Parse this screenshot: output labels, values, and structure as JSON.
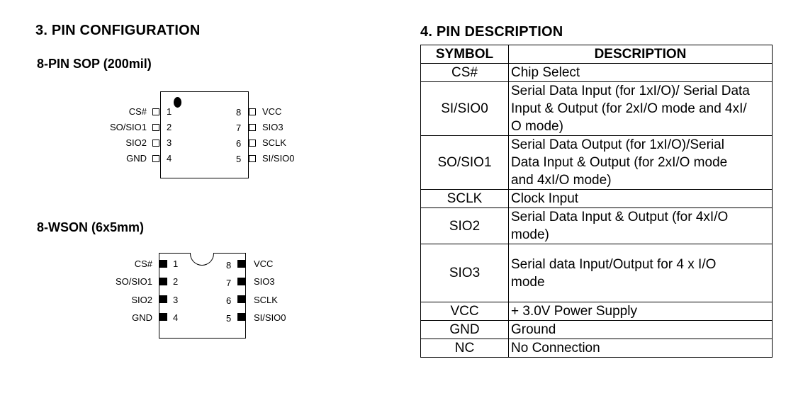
{
  "pin_configuration": {
    "title": "3. PIN CONFIGURATION",
    "sop": {
      "title": "8-PIN SOP (200mil)",
      "left_pins": [
        {
          "label": "CS#",
          "num": "1"
        },
        {
          "label": "SO/SIO1",
          "num": "2"
        },
        {
          "label": "SIO2",
          "num": "3"
        },
        {
          "label": "GND",
          "num": "4"
        }
      ],
      "right_pins": [
        {
          "label": "VCC",
          "num": "8"
        },
        {
          "label": "SIO3",
          "num": "7"
        },
        {
          "label": "SCLK",
          "num": "6"
        },
        {
          "label": "SI/SIO0",
          "num": "5"
        }
      ]
    },
    "wson": {
      "title": "8-WSON (6x5mm)",
      "left_pins": [
        {
          "label": "CS#",
          "num": "1"
        },
        {
          "label": "SO/SIO1",
          "num": "2"
        },
        {
          "label": "SIO2",
          "num": "3"
        },
        {
          "label": "GND",
          "num": "4"
        }
      ],
      "right_pins": [
        {
          "label": "VCC",
          "num": "8"
        },
        {
          "label": "SIO3",
          "num": "7"
        },
        {
          "label": "SCLK",
          "num": "6"
        },
        {
          "label": "SI/SIO0",
          "num": "5"
        }
      ]
    }
  },
  "pin_description": {
    "title": "4. PIN DESCRIPTION",
    "headers": {
      "symbol": "SYMBOL",
      "description": "DESCRIPTION"
    },
    "rows": [
      {
        "symbol": "CS#",
        "description": "Chip Select"
      },
      {
        "symbol": "SI/SIO0",
        "lines": [
          "Serial Data Input (for 1xI/O)/ Serial Data",
          "Input & Output (for 2xI/O mode and 4xI/",
          "O mode)"
        ]
      },
      {
        "symbol": "SO/SIO1",
        "lines": [
          "Serial Data Output (for 1xI/O)/Serial",
          "Data Input & Output (for 2xI/O mode",
          "and 4xI/O mode)"
        ]
      },
      {
        "symbol": "SCLK",
        "description": "Clock Input"
      },
      {
        "symbol": "SIO2",
        "lines": [
          "Serial Data Input & Output (for 4xI/O",
          "mode)"
        ]
      },
      {
        "symbol": "SIO3",
        "lines": [
          "Serial data Input/Output for 4 x I/O",
          "mode"
        ]
      },
      {
        "symbol": "VCC",
        "description": "+ 3.0V Power Supply"
      },
      {
        "symbol": "GND",
        "description": "Ground"
      },
      {
        "symbol": "NC",
        "description": "No Connection"
      }
    ]
  }
}
